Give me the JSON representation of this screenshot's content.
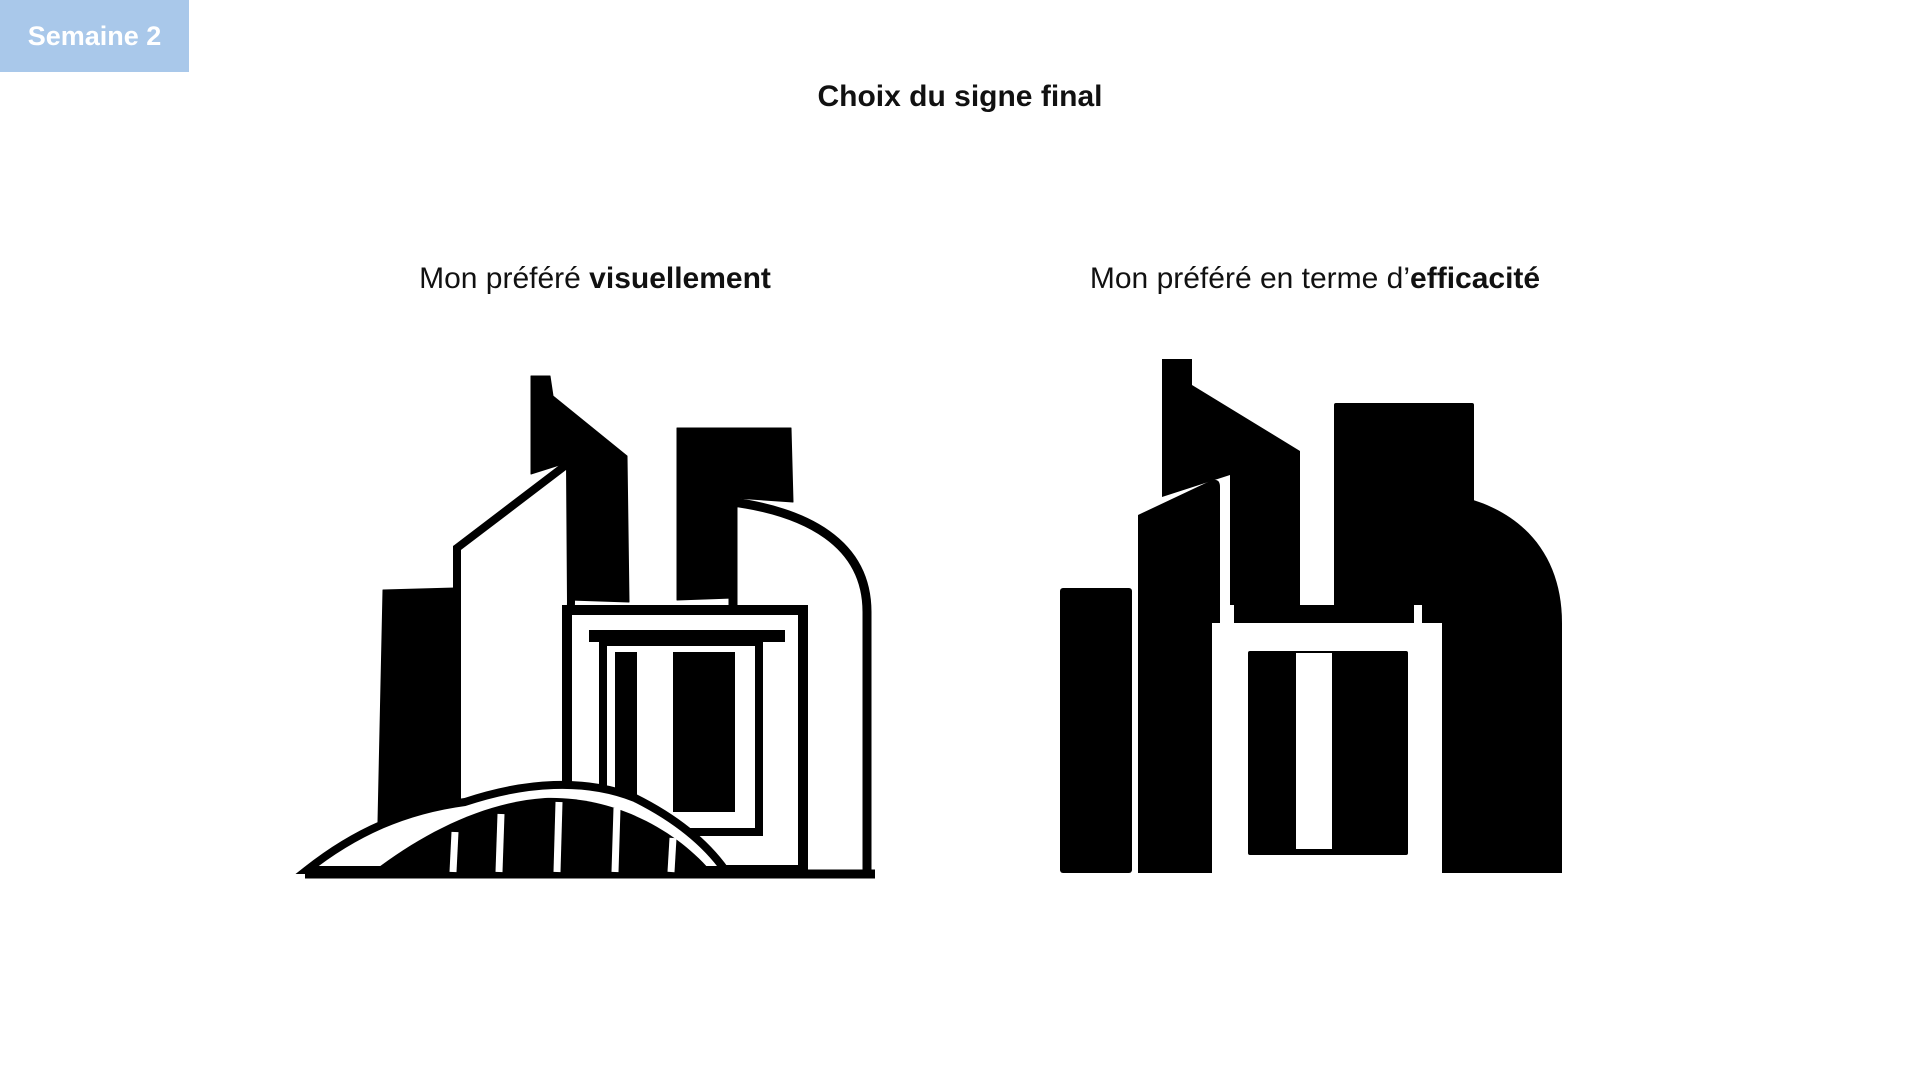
{
  "badge": {
    "label": "Semaine 2",
    "color": "#a9c8ea"
  },
  "title": "Choix du signe final",
  "left": {
    "caption_prefix": "Mon préféré ",
    "caption_emphasis": "visuellement"
  },
  "right": {
    "caption_prefix": "Mon préféré en terme d’",
    "caption_emphasis": "efficacité"
  },
  "icons": {
    "left": "hand-drawn-city-buildings-logo",
    "right": "geometric-city-buildings-logo"
  }
}
